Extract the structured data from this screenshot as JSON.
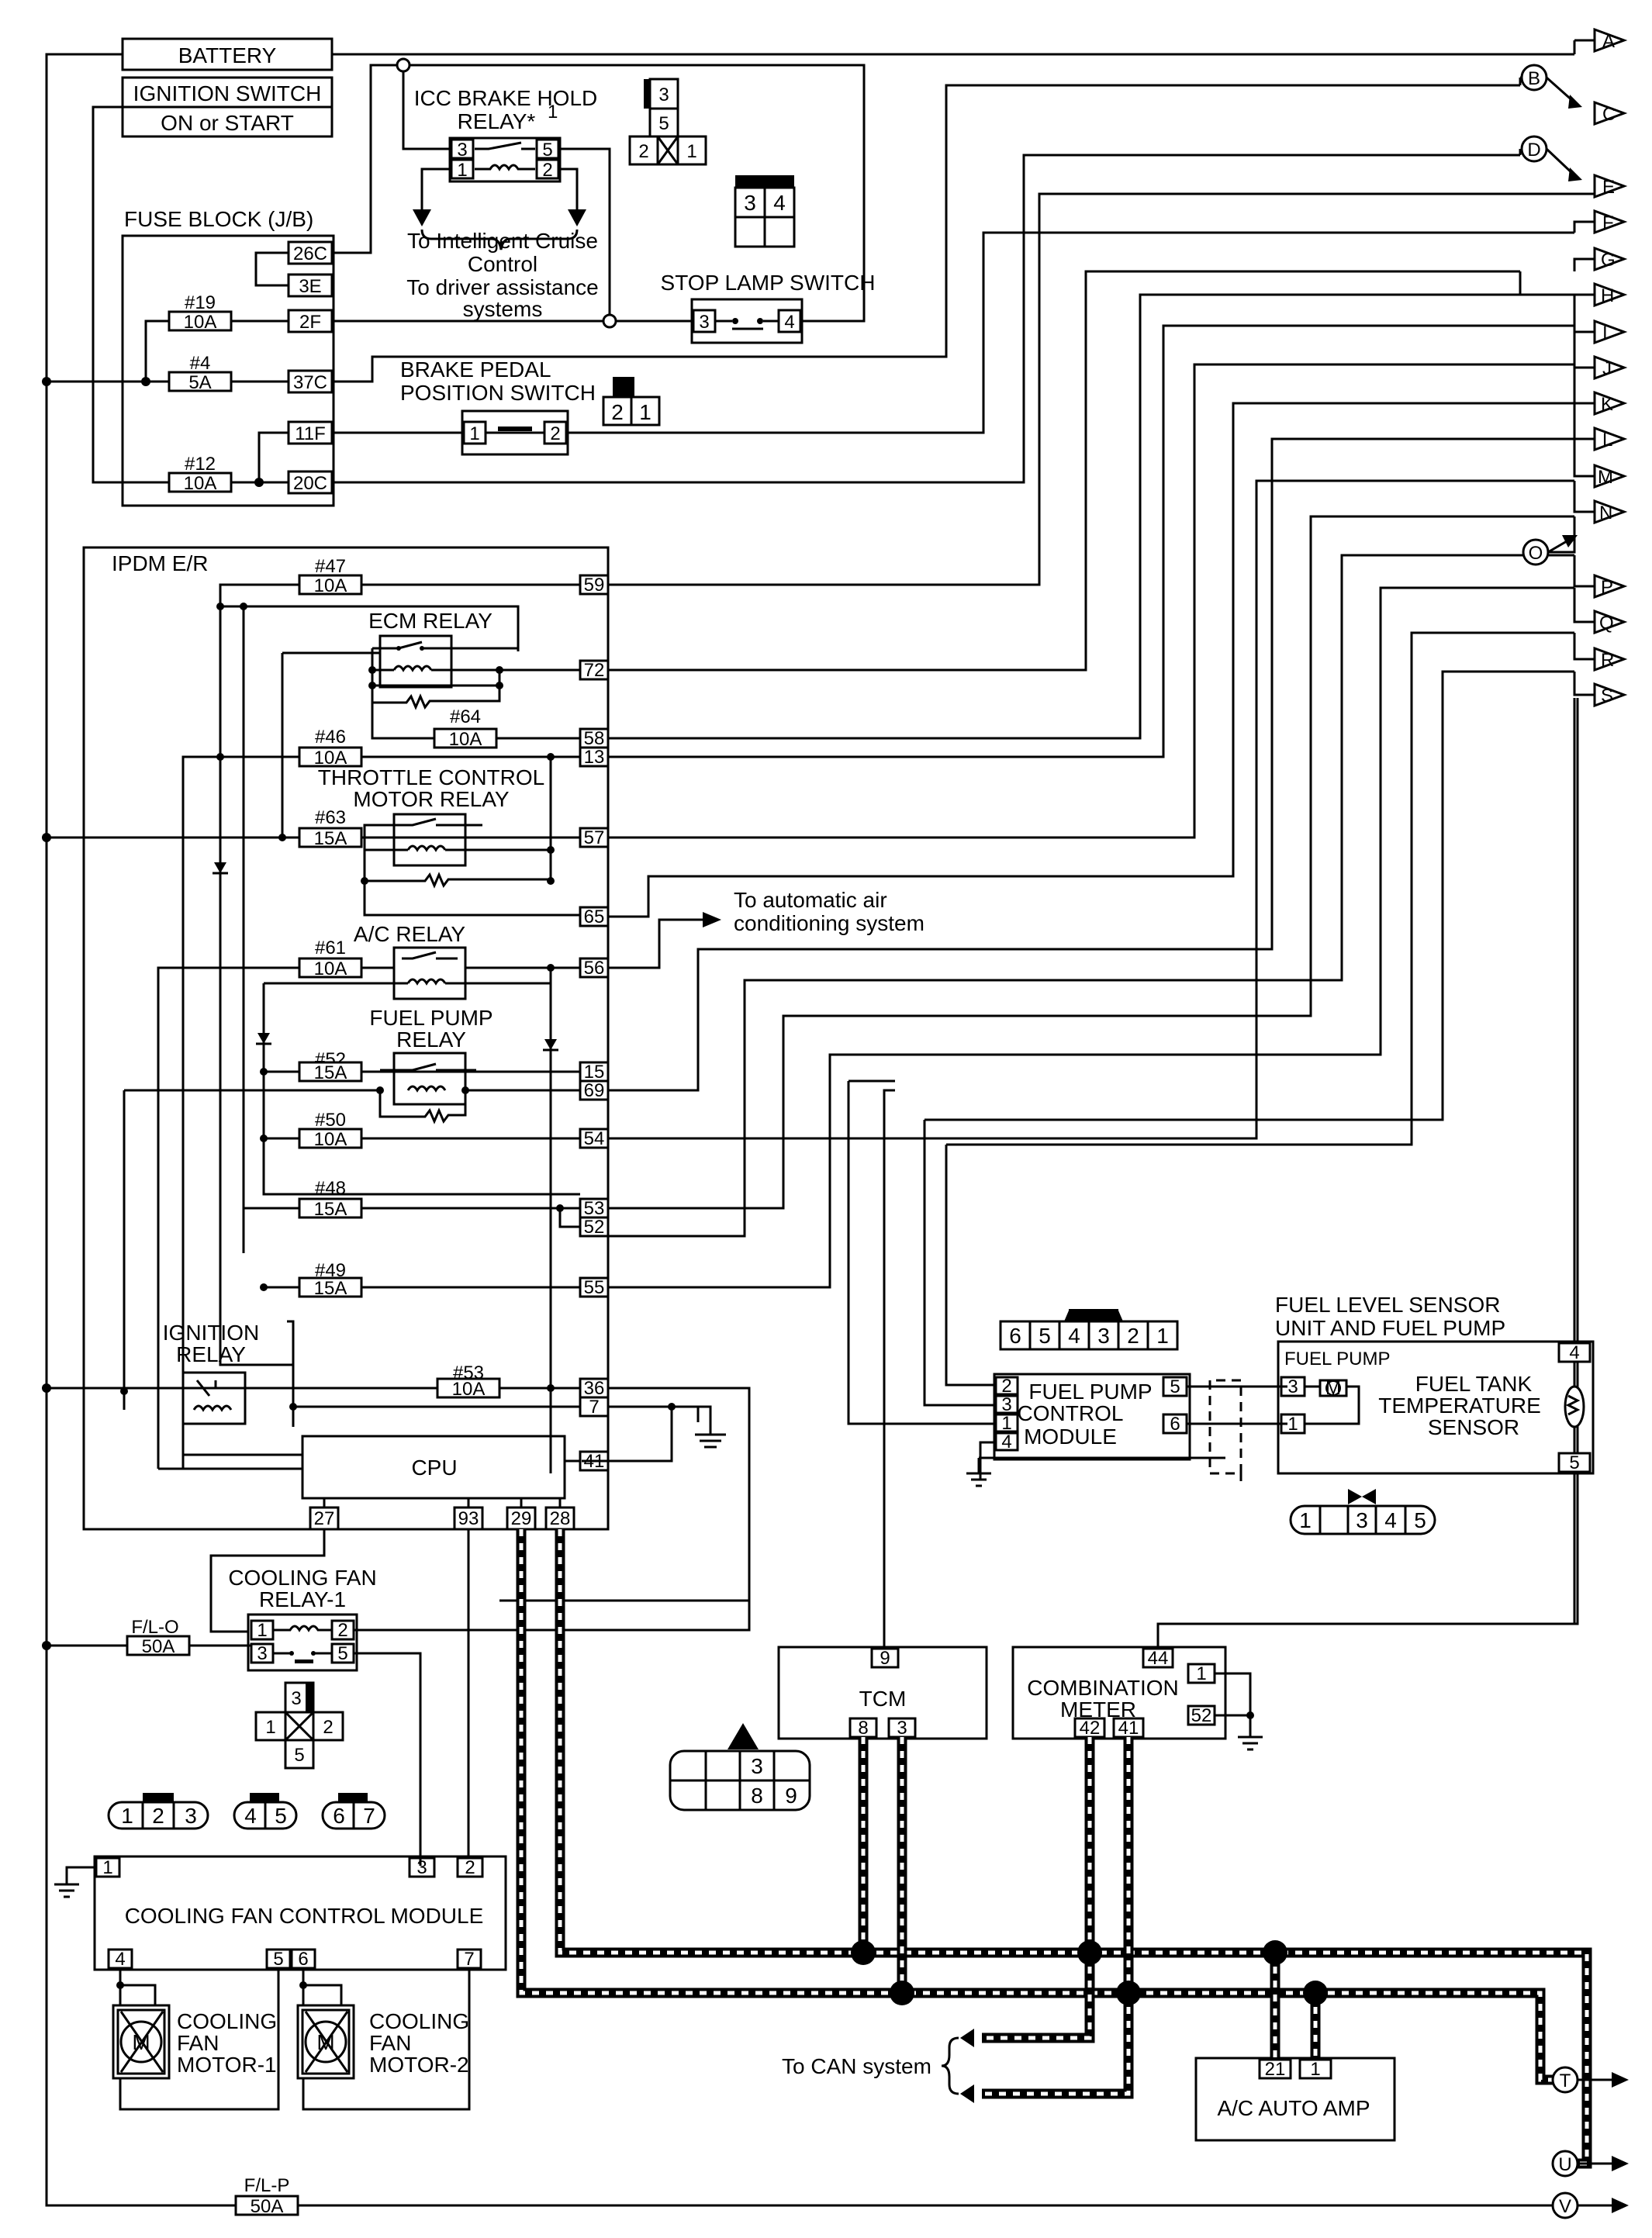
{
  "labels": {
    "battery": "BATTERY",
    "ign_switch": "IGNITION SWITCH",
    "ign_on": "ON or START",
    "fuse_block": "FUSE BLOCK (J/B)",
    "icc_relay_1": "ICC BRAKE HOLD",
    "icc_relay_2": "RELAY*",
    "icc_relay_sup": "1",
    "to_icc_1": "To Intelligent Cruise",
    "to_icc_2": "Control",
    "to_icc_3": "To driver assistance",
    "to_icc_4": "systems",
    "stop_lamp": "STOP LAMP SWITCH",
    "brake_pedal_1": "BRAKE PEDAL",
    "brake_pedal_2": "POSITION SWITCH",
    "ipdm": "IPDM E/R",
    "ecm_relay": "ECM RELAY",
    "throttle_1": "THROTTLE CONTROL",
    "throttle_2": "MOTOR RELAY",
    "ac_relay": "A/C RELAY",
    "fuel_pump_relay_1": "FUEL PUMP",
    "fuel_pump_relay_2": "RELAY",
    "to_ac_1": "To automatic air",
    "to_ac_2": "conditioning system",
    "ignition_relay_1": "IGNITION",
    "ignition_relay_2": "RELAY",
    "cpu": "CPU",
    "cooling_fan_relay_1": "COOLING FAN",
    "cooling_fan_relay_2": "RELAY-1",
    "cooling_fan_module": "COOLING FAN CONTROL MODULE",
    "cooling_fan_motor1_1": "COOLING",
    "cooling_fan_motor1_2": "FAN",
    "cooling_fan_motor1_3": "MOTOR-1",
    "cooling_fan_motor2_1": "COOLING",
    "cooling_fan_motor2_2": "FAN",
    "cooling_fan_motor2_3": "MOTOR-2",
    "tcm": "TCM",
    "combination_1": "COMBINATION",
    "combination_2": "METER",
    "fuel_pump_module_1": "FUEL PUMP",
    "fuel_pump_module_2": "CONTROL",
    "fuel_pump_module_3": "MODULE",
    "fuel_level_1": "FUEL LEVEL SENSOR",
    "fuel_level_2": "UNIT AND FUEL PUMP",
    "fuel_pump_inner": "FUEL PUMP",
    "fuel_tank_1": "FUEL TANK",
    "fuel_tank_2": "TEMPERATURE",
    "fuel_tank_3": "SENSOR",
    "to_can": "To CAN system",
    "ac_auto_amp": "A/C AUTO AMP",
    "motor_symbol": "M"
  },
  "fuses": {
    "f19_name": "#19",
    "f19_amp": "10A",
    "f4_name": "#4",
    "f4_amp": "5A",
    "f12_name": "#12",
    "f12_amp": "10A",
    "f47_name": "#47",
    "f47_amp": "10A",
    "f64_name": "#64",
    "f64_amp": "10A",
    "f46_name": "#46",
    "f46_amp": "10A",
    "f63_name": "#63",
    "f63_amp": "15A",
    "f61_name": "#61",
    "f61_amp": "10A",
    "f52_name": "#52",
    "f52_amp": "15A",
    "f50_name": "#50",
    "f50_amp": "10A",
    "f48_name": "#48",
    "f48_amp": "15A",
    "f49_name": "#49",
    "f49_amp": "15A",
    "f53_name": "#53",
    "f53_amp": "10A",
    "flo_name": "F/L-O",
    "flo_amp": "50A",
    "flp_name": "F/L-P",
    "flp_amp": "50A"
  },
  "pins": {
    "jb_26c": "26C",
    "jb_3e": "3E",
    "jb_2f": "2F",
    "jb_37c": "37C",
    "jb_11f": "11F",
    "jb_20c": "20C",
    "icc_3": "3",
    "icc_5": "5",
    "icc_1": "1",
    "icc_2": "2",
    "stop_3": "3",
    "stop_4": "4",
    "bps_1": "1",
    "bps_2": "2",
    "ipdm_59": "59",
    "ipdm_72": "72",
    "ipdm_58": "58",
    "ipdm_13": "13",
    "ipdm_57": "57",
    "ipdm_65": "65",
    "ipdm_56": "56",
    "ipdm_15": "15",
    "ipdm_69": "69",
    "ipdm_54": "54",
    "ipdm_53": "53",
    "ipdm_52": "52",
    "ipdm_55": "55",
    "ipdm_36": "36",
    "ipdm_7": "7",
    "ipdm_41": "41",
    "ipdm_27": "27",
    "ipdm_93": "93",
    "ipdm_29": "29",
    "ipdm_28": "28",
    "cfr_1": "1",
    "cfr_2": "2",
    "cfr_3": "3",
    "cfr_5": "5",
    "cfm_1": "1",
    "cfm_3": "3",
    "cfm_2": "2",
    "cfm_4": "4",
    "cfm_5": "5",
    "cfm_6": "6",
    "cfm_7": "7",
    "tcm_9": "9",
    "tcm_8": "8",
    "tcm_3": "3",
    "cm_44": "44",
    "cm_1": "1",
    "cm_52": "52",
    "cm_42": "42",
    "cm_41": "41",
    "fpm_2": "2",
    "fpm_3": "3",
    "fpm_1": "1",
    "fpm_4": "4",
    "fpm_5": "5",
    "fpm_6": "6",
    "fls_3": "3",
    "fls_1": "1",
    "fls_4": "4",
    "fls_5": "5",
    "aca_21": "21",
    "aca_1": "1"
  },
  "connectors": {
    "icc_top": "3",
    "icc_mid": "5",
    "icc_l": "2",
    "icc_r": "1",
    "stop_l": "3",
    "stop_r": "4",
    "bps_l": "2",
    "bps_r": "1",
    "cfr_top": "3",
    "cfr_l": "1",
    "cfr_r": "2",
    "cfr_bot": "5",
    "c123_a": "1",
    "c123_b": "2",
    "c123_c": "3",
    "c45_a": "4",
    "c45_b": "5",
    "c67_a": "6",
    "c67_b": "7",
    "tcm_top": "3",
    "tcm_b1": "8",
    "tcm_b2": "9",
    "fpm_c1": "6",
    "fpm_c2": "5",
    "fpm_c3": "4",
    "fpm_c4": "3",
    "fpm_c5": "2",
    "fpm_c6": "1",
    "fls_c1": "1",
    "fls_c3": "3",
    "fls_c4": "4",
    "fls_c5": "5"
  },
  "terminals": {
    "A": "A",
    "B": "B",
    "C": "C",
    "D": "D",
    "E": "E",
    "F": "F",
    "G": "G",
    "H": "H",
    "I": "I",
    "J": "J",
    "K": "K",
    "L": "L",
    "M": "M",
    "N": "N",
    "O": "O",
    "P": "P",
    "Q": "Q",
    "R": "R",
    "S": "S",
    "T": "T",
    "U": "U",
    "V": "V"
  }
}
